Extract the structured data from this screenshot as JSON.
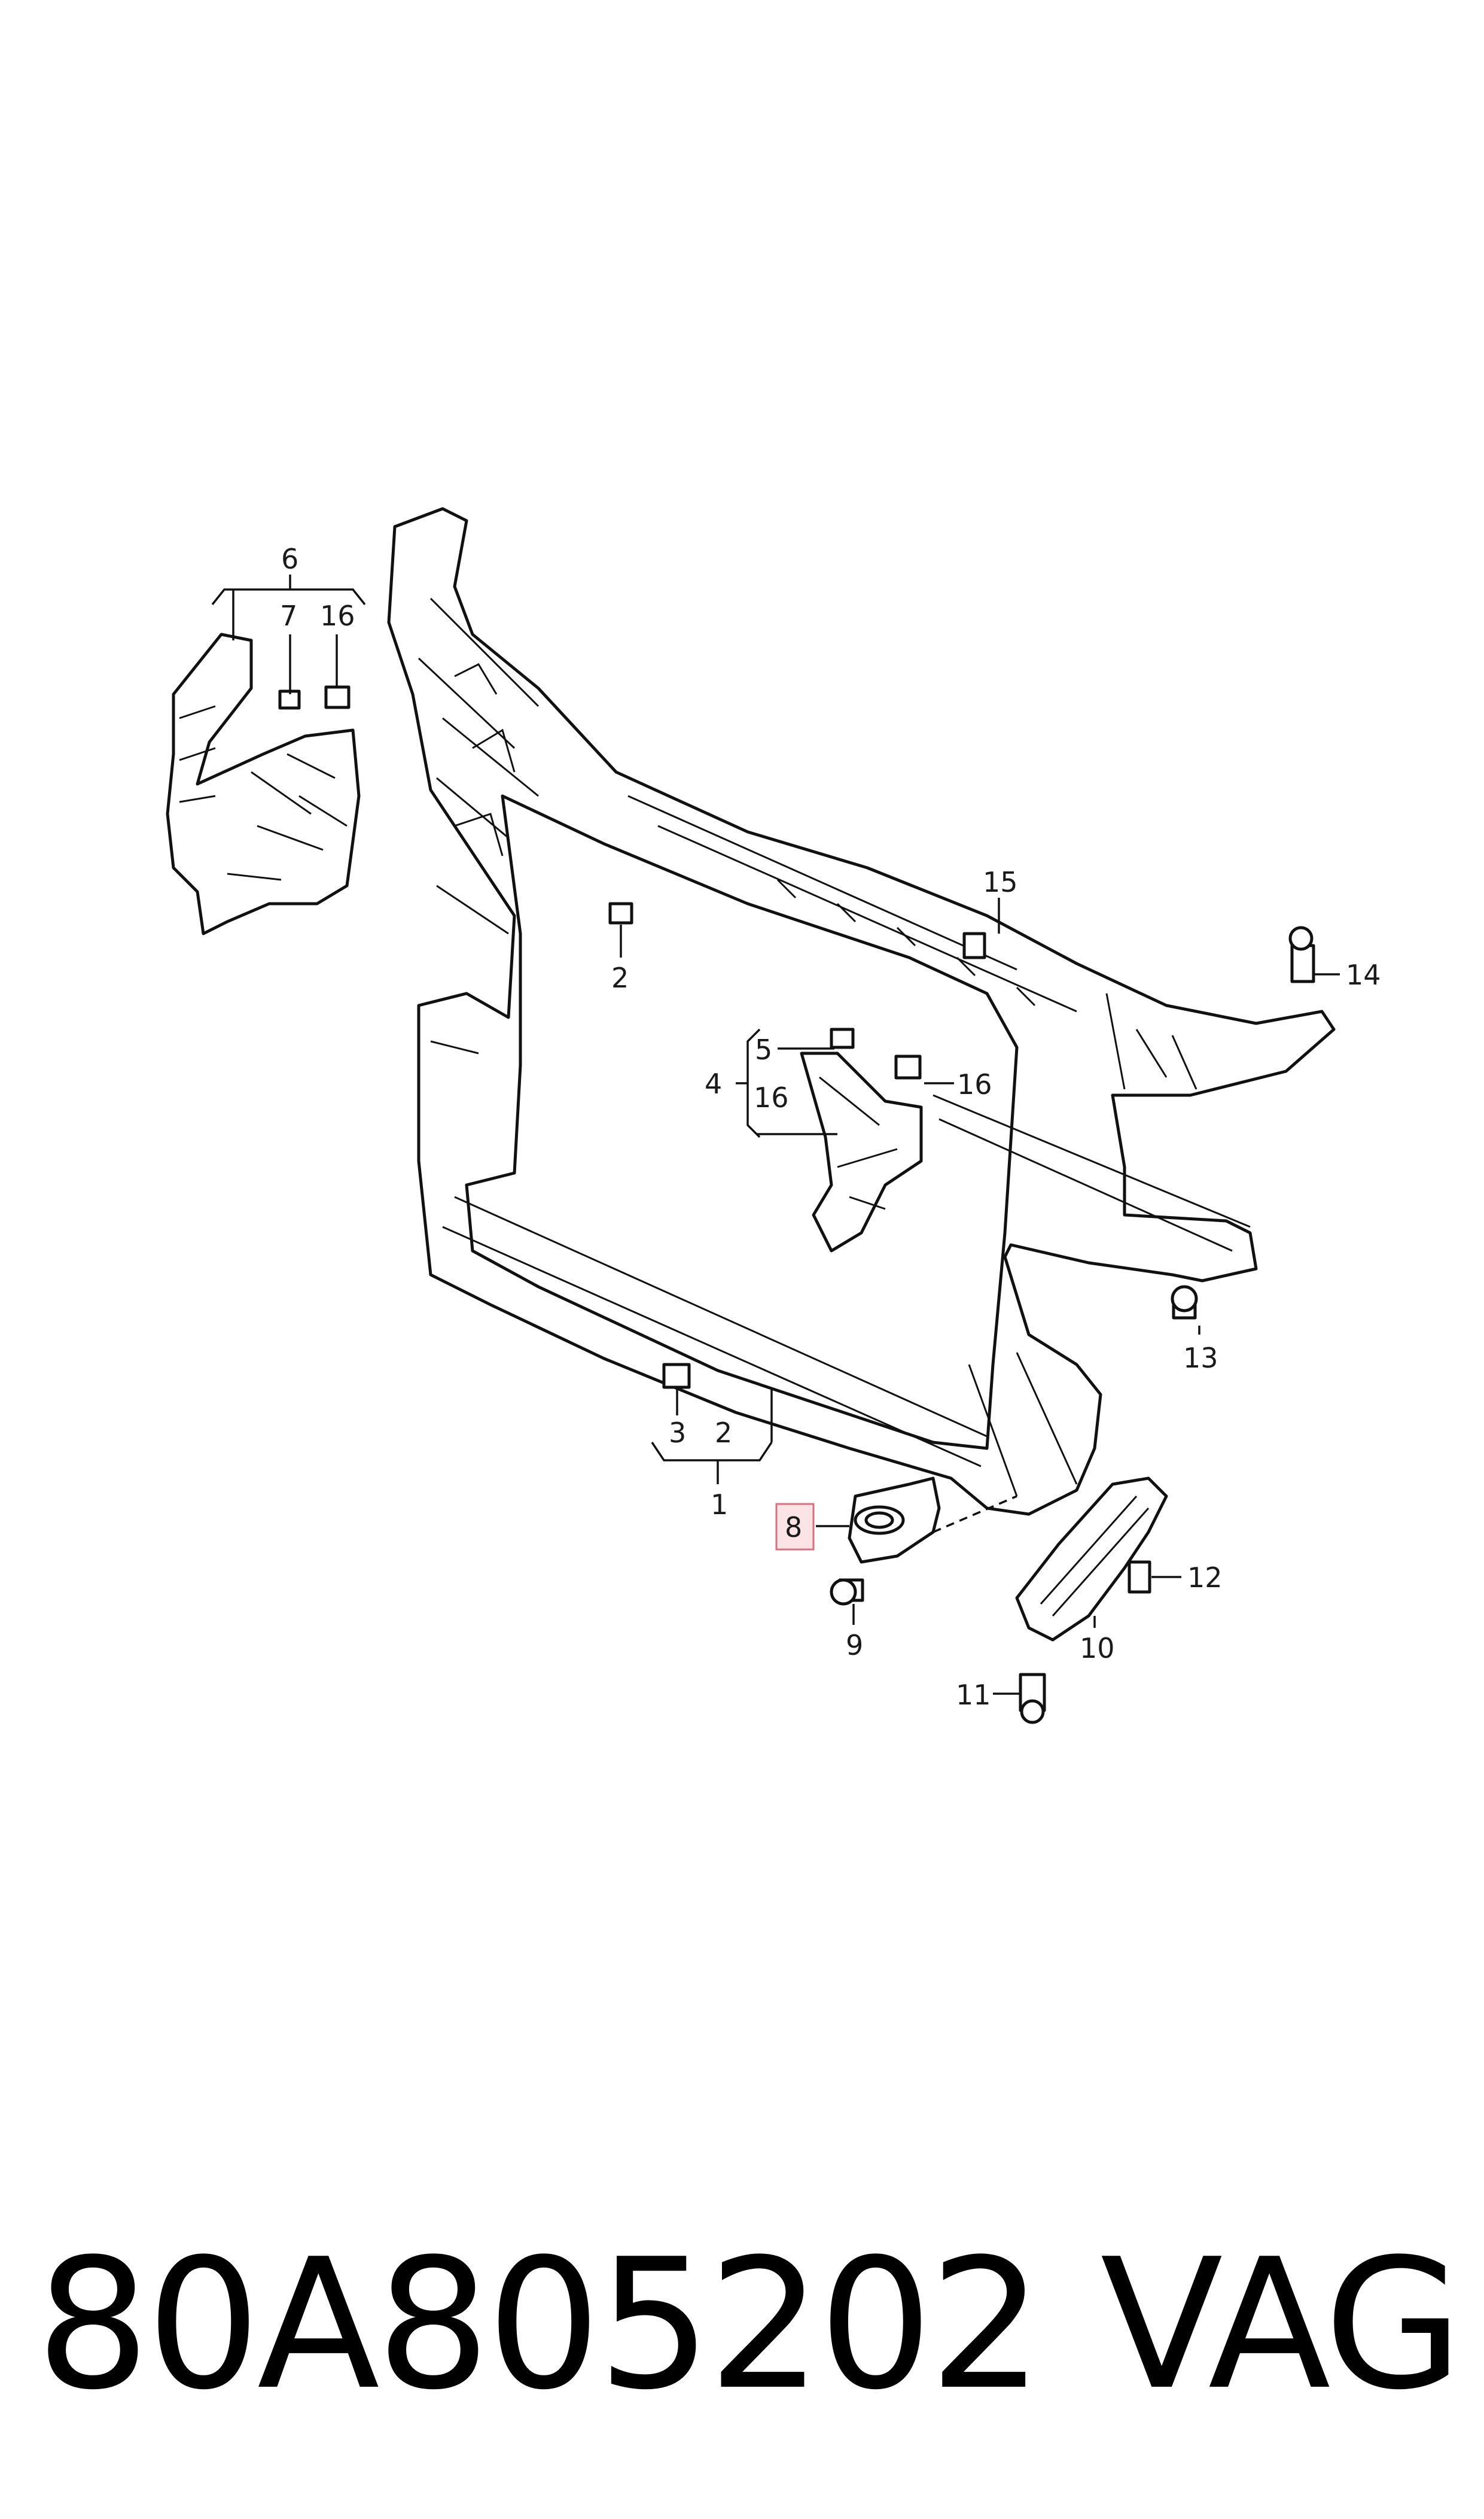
{
  "diagram": {
    "callouts": {
      "c1": "1",
      "c2a": "2",
      "c2b": "2",
      "c3": "3",
      "c4": "4",
      "c5": "5",
      "c6": "6",
      "c7": "7",
      "c8": "8",
      "c9": "9",
      "c10": "10",
      "c11": "11",
      "c12": "12",
      "c13": "13",
      "c14": "14",
      "c15": "15",
      "c16a": "16",
      "c16b": "16",
      "c16c": "16"
    },
    "highlighted_callout": "8",
    "highlight_color": "#fbe3e6"
  },
  "footer": {
    "part_number": "80A805202",
    "brand": "VAG"
  }
}
